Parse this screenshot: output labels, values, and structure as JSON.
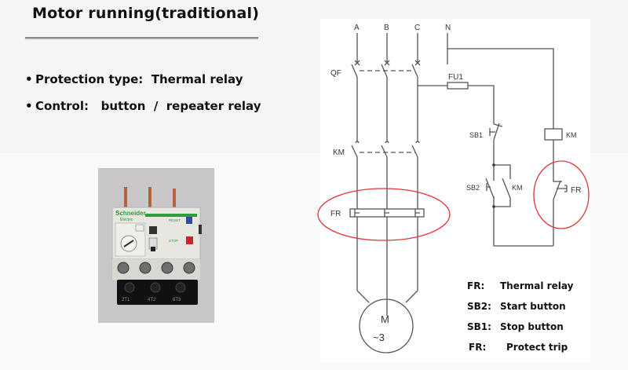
{
  "slide": {
    "title": "Motor running(traditional)",
    "bullets": [
      {
        "label": "Protection type:",
        "value": "Thermal relay",
        "text": "Protection type:  Thermal relay"
      },
      {
        "label": "Control:",
        "value": "button  /  repeater relay",
        "text": "Control:   button  /  repeater relay"
      }
    ],
    "bullet_glyph": "•"
  },
  "photo": {
    "subject": "Schneider Electric thermal overload relay",
    "brand_line1": "Schneider",
    "brand_line2": "Electric",
    "reset_label": "RESET",
    "stop_label": "STOP",
    "terminal_labels": [
      "2T1",
      "4T2",
      "6T3"
    ],
    "colors": {
      "background": "#c8c6c9",
      "body": "#e8e6e1",
      "base": "#111111",
      "brand": "#2aa03a",
      "reset_button": "#2c4f9e",
      "stop_button": "#d4202a",
      "pins": "#b4643c"
    }
  },
  "diagram": {
    "phases": [
      "A",
      "B",
      "C"
    ],
    "neutral": "N",
    "breaker": "QF",
    "contactor": "KM",
    "thermal_relay": "FR",
    "fuse": "FU1",
    "stop_button": "SB1",
    "start_button": "SB2",
    "holding_contact": "KM",
    "coil": "KM",
    "fr_contact": "FR",
    "motor_line1": "M",
    "motor_line2": "~3",
    "highlight_color": "#e0353a",
    "wire_color": "#555555"
  },
  "legend": [
    {
      "key": "FR:",
      "value": "Thermal relay"
    },
    {
      "key": "SB2:",
      "value": "Start button"
    },
    {
      "key": "SB1:",
      "value": "Stop button"
    },
    {
      "key": "FR:",
      "value": "Protect trip"
    }
  ]
}
